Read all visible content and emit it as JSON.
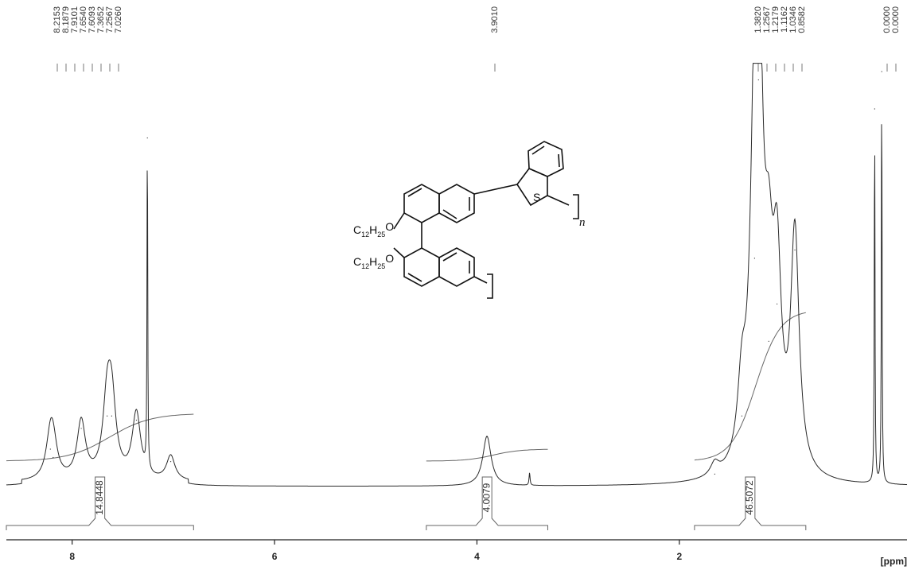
{
  "chart_data": {
    "type": "line",
    "title": "",
    "xlabel": "[ppm]",
    "ylabel": "",
    "x_reversed": true,
    "xlim": [
      8.65,
      -0.25
    ],
    "xticks": [
      8,
      6,
      4,
      2
    ],
    "grid": false,
    "series": [
      {
        "peaks": [
          {
            "ppm": 8.2153,
            "height": 0.09
          },
          {
            "ppm": 8.1879,
            "height": 0.07
          },
          {
            "ppm": 7.9101,
            "height": 0.14
          },
          {
            "ppm": 7.654,
            "height": 0.17
          },
          {
            "ppm": 7.6093,
            "height": 0.17
          },
          {
            "ppm": 7.3652,
            "height": 0.16
          },
          {
            "ppm": 7.2567,
            "height": 0.84
          },
          {
            "ppm": 7.026,
            "height": 0.06
          },
          {
            "ppm": 3.901,
            "height": 0.12
          },
          {
            "ppm": 3.48,
            "height": 0.03
          },
          {
            "ppm": 1.65,
            "height": 0.03
          },
          {
            "ppm": 1.382,
            "height": 0.17
          },
          {
            "ppm": 1.2567,
            "height": 0.55
          },
          {
            "ppm": 1.2179,
            "height": 0.98
          },
          {
            "ppm": 1.1162,
            "height": 0.35
          },
          {
            "ppm": 1.0346,
            "height": 0.44
          },
          {
            "ppm": 0.8582,
            "height": 0.57
          },
          {
            "ppm": 0.07,
            "height": 0.91
          },
          {
            "ppm": 0.0,
            "height": 1.0
          }
        ]
      }
    ],
    "peak_labels": [
      {
        "text": "8.2153",
        "group": "a",
        "bracket": true
      },
      {
        "text": "8.1879",
        "group": "a",
        "bracket": true
      },
      {
        "text": "7.9101",
        "group": "a",
        "bracket": false
      },
      {
        "text": "7.6540",
        "group": "a",
        "bracket": true
      },
      {
        "text": "7.6093",
        "group": "a",
        "bracket": true
      },
      {
        "text": "7.3652",
        "group": "a",
        "bracket": false
      },
      {
        "text": "7.2567",
        "group": "a",
        "bracket": false
      },
      {
        "text": "7.0260",
        "group": "a",
        "bracket": false
      },
      {
        "text": "3.9010",
        "group": "b",
        "bracket": false
      },
      {
        "text": "1.3820",
        "group": "c",
        "bracket": true
      },
      {
        "text": "1.2567",
        "group": "c",
        "bracket": true
      },
      {
        "text": "1.2179",
        "group": "c",
        "bracket": true
      },
      {
        "text": "1.1162",
        "group": "c",
        "bracket": true
      },
      {
        "text": "1.0346",
        "group": "c",
        "bracket": true
      },
      {
        "text": "0.8582",
        "group": "c",
        "bracket": false
      },
      {
        "text": "0.0000",
        "group": "d",
        "bracket": false
      },
      {
        "text": "0.0000",
        "group": "d",
        "bracket": false
      }
    ],
    "integrals": [
      {
        "from": 8.65,
        "to": 6.8,
        "value": "14.8448"
      },
      {
        "from": 4.5,
        "to": 3.3,
        "value": "4.0079"
      },
      {
        "from": 1.85,
        "to": 0.75,
        "value": "46.5072"
      }
    ]
  },
  "structure": {
    "substituent_1": {
      "main": "C",
      "sub1": "12",
      "mid": "H",
      "sub2": "25",
      "link": "O"
    },
    "substituent_2": {
      "main": "C",
      "sub1": "12",
      "mid": "H",
      "sub2": "25",
      "link": "O"
    },
    "heteroatom": "S",
    "repeat_index": "n"
  }
}
